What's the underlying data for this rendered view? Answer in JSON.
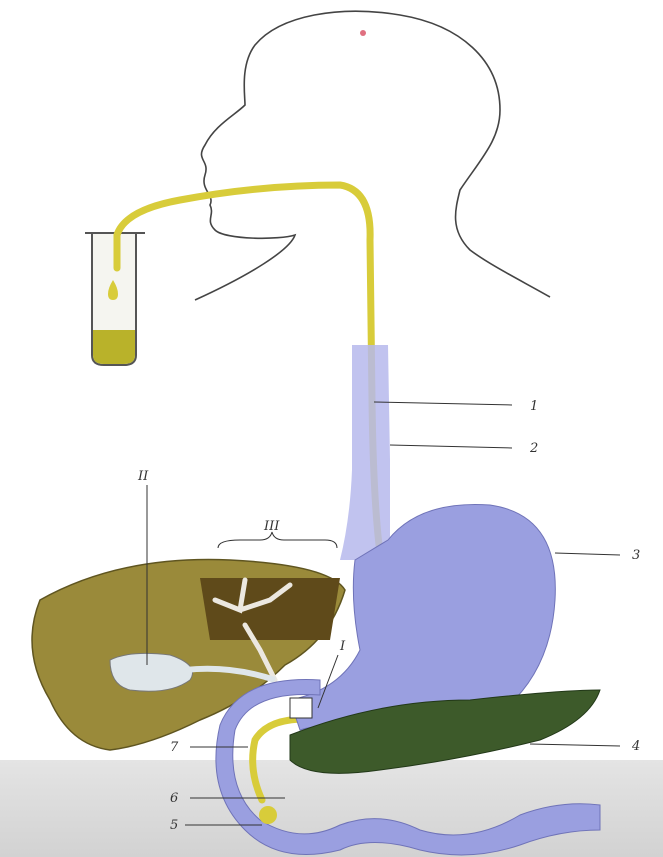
{
  "labels": {
    "n1": "1",
    "n2": "2",
    "n3": "3",
    "n4": "4",
    "n5": "5",
    "n6": "6",
    "n7": "7",
    "roman_I": "I",
    "roman_II": "II",
    "roman_III": "III"
  },
  "colors": {
    "probe": "#d8cc3a",
    "bile": "#b9b22a",
    "stomach": "#9a9fe0",
    "liver": "#9a8a3a",
    "pancreas": "#3d5a2a",
    "outline": "#333333"
  }
}
